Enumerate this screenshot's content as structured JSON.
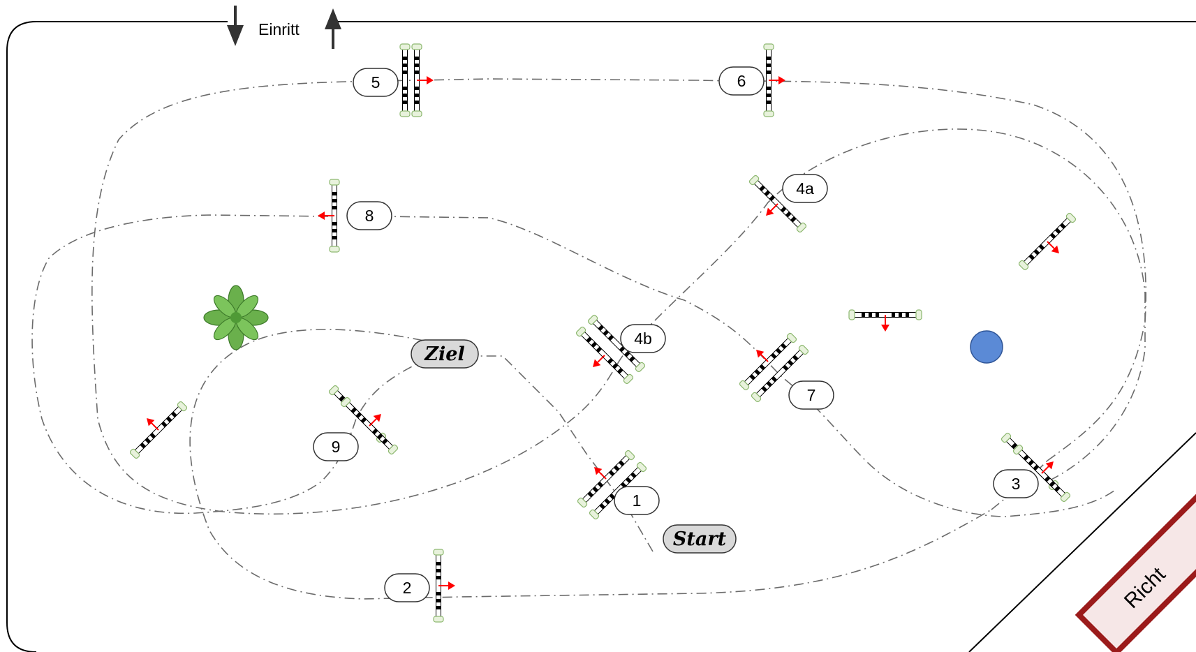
{
  "arena": {
    "entrance_label": "Einritt",
    "start_label": "Start",
    "finish_label": "Ziel",
    "corner_sign_label": "Richt",
    "obstacle_numbers": [
      "1",
      "2",
      "3",
      "4a",
      "4b",
      "5",
      "6",
      "7",
      "8",
      "9"
    ]
  },
  "colors": {
    "path_line": "#6b6b6b",
    "jump_arrow": "#ff0000",
    "pole_stripe": "#000000",
    "standard": "#c8e0b0",
    "marker_fill": "#5b8ad6",
    "badge_fill": "#d9d9d9",
    "plant": "#6ab04c",
    "sign_border": "#9b1b1b"
  },
  "icons": [
    "arrow-down-icon",
    "arrow-up-icon",
    "plant-icon",
    "blue-circle-marker",
    "jump-pole-icon",
    "direction-arrow-icon"
  ]
}
